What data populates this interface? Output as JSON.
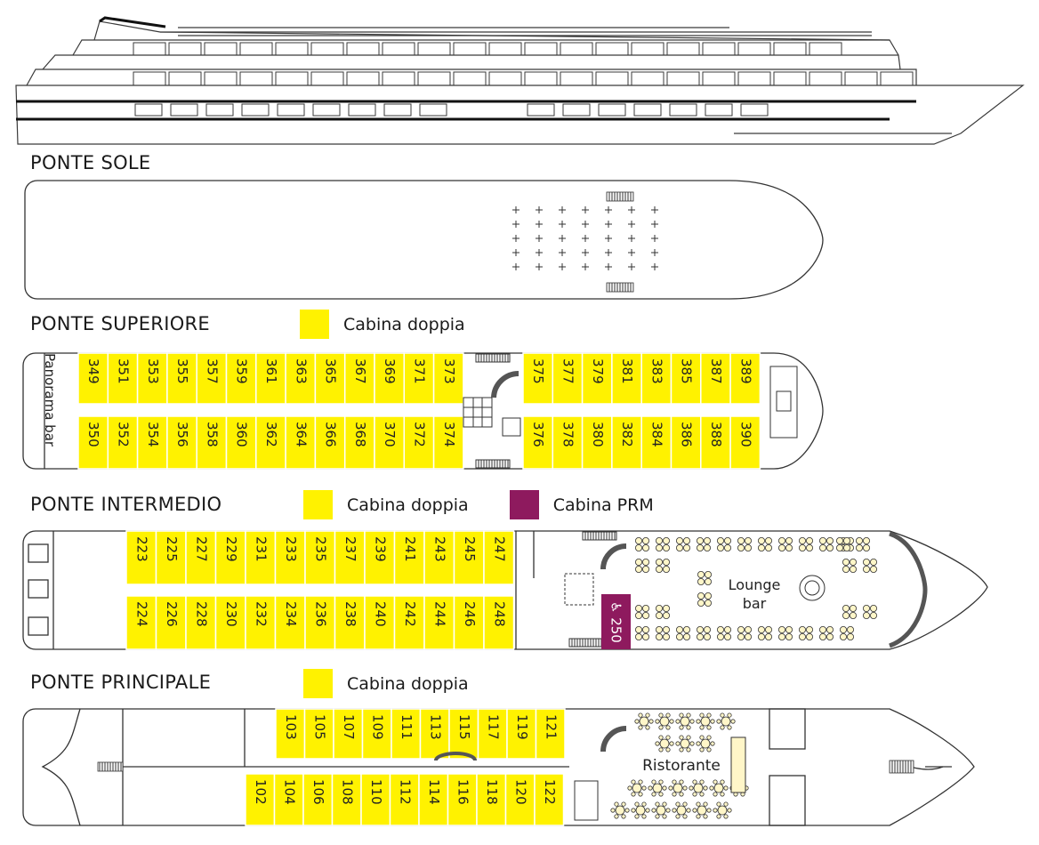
{
  "colors": {
    "cabin": "#fff200",
    "prm": "#8e1a5e",
    "line": "#3a3a3a"
  },
  "decks": {
    "sole": {
      "title": "PONTE SOLE"
    },
    "superiore": {
      "title": "PONTE SUPERIORE",
      "legend_double": "Cabina doppia",
      "top_cabins": [
        "349",
        "351",
        "353",
        "355",
        "357",
        "359",
        "361",
        "363",
        "365",
        "367",
        "369",
        "371",
        "373",
        "375",
        "377",
        "379",
        "381",
        "383",
        "385",
        "387",
        "389"
      ],
      "bottom_cabins": [
        "350",
        "352",
        "354",
        "356",
        "358",
        "360",
        "362",
        "364",
        "366",
        "368",
        "370",
        "372",
        "374",
        "376",
        "378",
        "380",
        "382",
        "384",
        "386",
        "388",
        "390"
      ],
      "bar_label": "Panorama bar"
    },
    "intermedio": {
      "title": "PONTE INTERMEDIO",
      "legend_double": "Cabina doppia",
      "legend_prm": "Cabina PRM",
      "top_cabins": [
        "223",
        "225",
        "227",
        "229",
        "231",
        "233",
        "235",
        "237",
        "239",
        "241",
        "243",
        "245",
        "247"
      ],
      "bottom_cabins": [
        "224",
        "226",
        "228",
        "230",
        "232",
        "234",
        "236",
        "238",
        "240",
        "242",
        "244",
        "246",
        "248"
      ],
      "prm_cabin": "♿ 250",
      "bar_label_1": "Lounge",
      "bar_label_2": "bar"
    },
    "principale": {
      "title": "PONTE PRINCIPALE",
      "legend_double": "Cabina doppia",
      "top_cabins": [
        "103",
        "105",
        "107",
        "109",
        "111",
        "113",
        "115",
        "117",
        "119",
        "121"
      ],
      "bottom_cabins": [
        "102",
        "104",
        "106",
        "108",
        "110",
        "112",
        "114",
        "116",
        "118",
        "120",
        "122"
      ],
      "restaurant_label": "Ristorante"
    }
  }
}
